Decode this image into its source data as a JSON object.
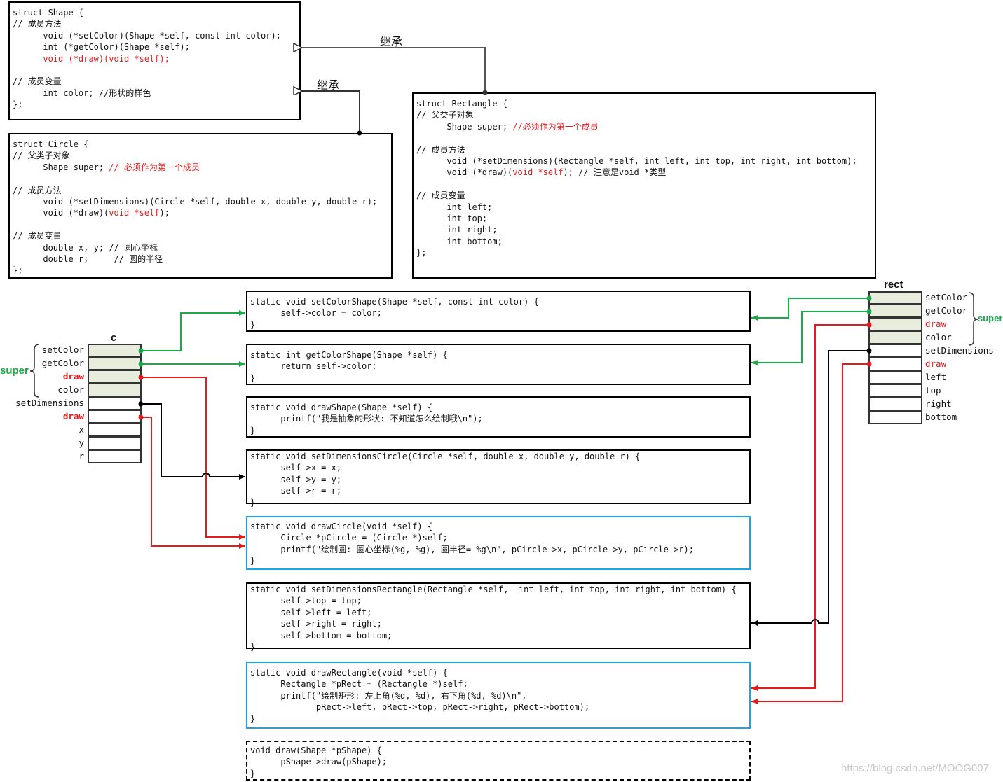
{
  "structs": {
    "shape": [
      {
        "t": "struct Shape {"
      },
      {
        "t": "// 成员方法"
      },
      {
        "t": "      void (*setColor)(Shape *self, const int color);"
      },
      {
        "t": "      int (*getColor)(Shape *self);"
      },
      {
        "t": "      void (*draw)(void *self);",
        "red": true
      },
      {
        "t": ""
      },
      {
        "t": "// 成员变量"
      },
      {
        "t": "      int color; //形状的样色"
      },
      {
        "t": "};"
      }
    ],
    "circle": [
      {
        "t": "struct Circle {"
      },
      {
        "t": "// 父类子对象"
      },
      {
        "t": "      Shape super; ",
        "r": "// 必须作为第一个成员"
      },
      {
        "t": ""
      },
      {
        "t": "// 成员方法"
      },
      {
        "t": "      void (*setDimensions)(Circle *self, double x, double y, double r);"
      },
      {
        "t": "      void (*draw)(",
        "r": "void *self",
        "after": ");"
      },
      {
        "t": ""
      },
      {
        "t": "// 成员变量"
      },
      {
        "t": "      double x, y; // 圆心坐标"
      },
      {
        "t": "      double r;     // 圆的半径"
      },
      {
        "t": "};"
      }
    ],
    "rectangle": [
      {
        "t": "struct Rectangle {"
      },
      {
        "t": "// 父类子对象"
      },
      {
        "t": "      Shape super; ",
        "r": "//必须作为第一个成员"
      },
      {
        "t": ""
      },
      {
        "t": "// 成员方法"
      },
      {
        "t": "      void (*setDimensions)(Rectangle *self, int left, int top, int right, int bottom);"
      },
      {
        "t": "      void (*draw)(",
        "r": "void *self",
        "after": "); // 注意是void *类型"
      },
      {
        "t": ""
      },
      {
        "t": "// 成员变量"
      },
      {
        "t": "      int left;"
      },
      {
        "t": "      int top;"
      },
      {
        "t": "      int right;"
      },
      {
        "t": "      int bottom;"
      },
      {
        "t": "};"
      }
    ]
  },
  "functions": {
    "setColorShape": [
      "static void setColorShape(Shape *self, const int color) {",
      "      self->color = color;",
      "}"
    ],
    "getColorShape": [
      "static int getColorShape(Shape *self) {",
      "      return self->color;",
      "}"
    ],
    "drawShape": [
      "static void drawShape(Shape *self) {",
      "      printf(\"我是抽象的形状: 不知道怎么绘制哦\\n\");",
      "}"
    ],
    "setDimensionsCircle": [
      "static void setDimensionsCircle(Circle *self, double x, double y, double r) {",
      "      self->x = x;",
      "      self->y = y;",
      "      self->r = r;",
      "}"
    ],
    "drawCircle": [
      "static void drawCircle(void *self) {",
      "      Circle *pCircle = (Circle *)self;",
      "      printf(\"绘制圆: 圆心坐标(%g, %g), 圆半径= %g\\n\", pCircle->x, pCircle->y, pCircle->r);",
      "}"
    ],
    "setDimensionsRectangle": [
      "static void setDimensionsRectangle(Rectangle *self,  int left, int top, int right, int bottom) {",
      "      self->top = top;",
      "      self->left = left;",
      "      self->right = right;",
      "      self->bottom = bottom;",
      "}"
    ],
    "drawRectangle": [
      "static void drawRectangle(void *self) {",
      "      Rectangle *pRect = (Rectangle *)self;",
      "      printf(\"绘制矩形: 左上角(%d, %d), 右下角(%d, %d)\\n\",",
      "             pRect->left, pRect->top, pRect->right, pRect->bottom);",
      "}"
    ],
    "draw": [
      "void draw(Shape *pShape) {",
      "      pShape->draw(pShape);",
      "}"
    ]
  },
  "labels": {
    "inherit1": "继承",
    "inherit2": "继承",
    "c_title": "c",
    "rect_title": "rect",
    "super_left": "super",
    "super_right": "super",
    "watermark": "https://blog.csdn.net/MOOG007"
  },
  "c_fields": [
    "setColor",
    "getColor",
    "draw",
    "color",
    "setDimensions",
    "draw",
    "x",
    "y",
    "r"
  ],
  "rect_fields": [
    "setColor",
    "getColor",
    "draw",
    "color",
    "setDimensions",
    "draw",
    "left",
    "top",
    "right",
    "bottom"
  ],
  "colors": {
    "green": "#1aaa4a",
    "red": "#e41a1c",
    "blue": "#1aa3e6",
    "black": "#000000",
    "superFill": "#e8ecdd"
  }
}
